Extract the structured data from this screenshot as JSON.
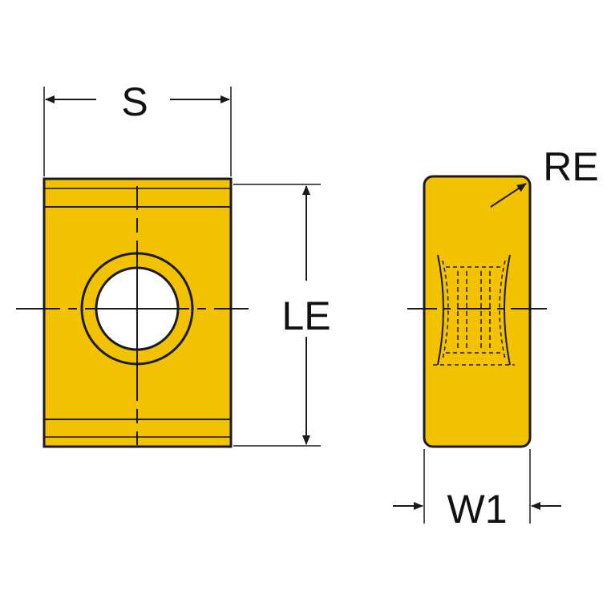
{
  "diagram": {
    "labels": {
      "s": "S",
      "le": "LE",
      "re": "RE",
      "w1": "W1"
    },
    "colors": {
      "insert_fill": "#F2C200",
      "outline": "#1a1a1a",
      "hole": "#ffffff"
    }
  }
}
